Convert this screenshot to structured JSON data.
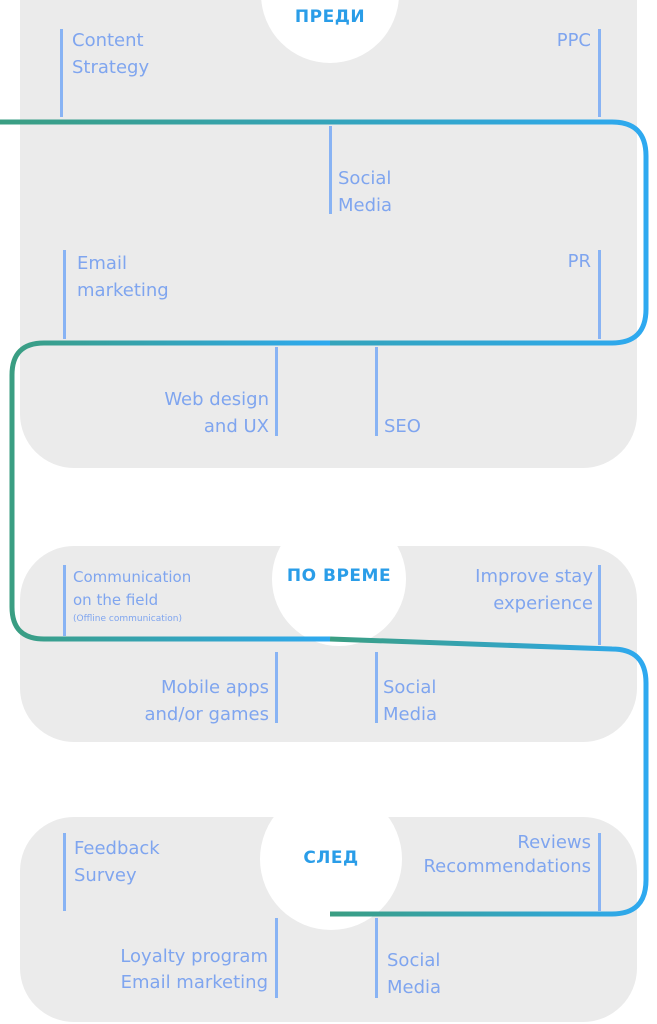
{
  "stages": {
    "before": {
      "title": "ПРЕДИ"
    },
    "during": {
      "title": "ПО ВРЕМЕ"
    },
    "after": {
      "title": "СЛЕД"
    }
  },
  "items": {
    "content_strategy": [
      "Content",
      "Strategy"
    ],
    "ppc": [
      "PPC"
    ],
    "social_media_1": [
      "Social",
      "Media"
    ],
    "email_marketing": [
      "Email",
      "marketing"
    ],
    "pr": [
      "PR"
    ],
    "web_design": [
      "Web design",
      "and UX"
    ],
    "seo": [
      "SEO"
    ],
    "communication": [
      "Communication",
      "on the field"
    ],
    "communication_note": "(Offline communication)",
    "improve_stay": [
      "Improve stay",
      "experience"
    ],
    "mobile_apps": [
      "Mobile apps",
      "and/or games"
    ],
    "social_media_2": [
      "Social",
      "Media"
    ],
    "feedback": [
      "Feedback",
      "Survey"
    ],
    "reviews": [
      "Reviews",
      "Recommendations"
    ],
    "loyalty": [
      "Loyalty program",
      "Email marketing"
    ],
    "social_media_3": [
      "Social",
      "Media"
    ]
  },
  "colors": {
    "panel": "#ebebeb",
    "stage_text": "#2a9de8",
    "label_text": "#7fa5ef",
    "tick_line": "#88b3f4",
    "path_start": "#3a9e82",
    "path_end": "#2ea9f0"
  }
}
